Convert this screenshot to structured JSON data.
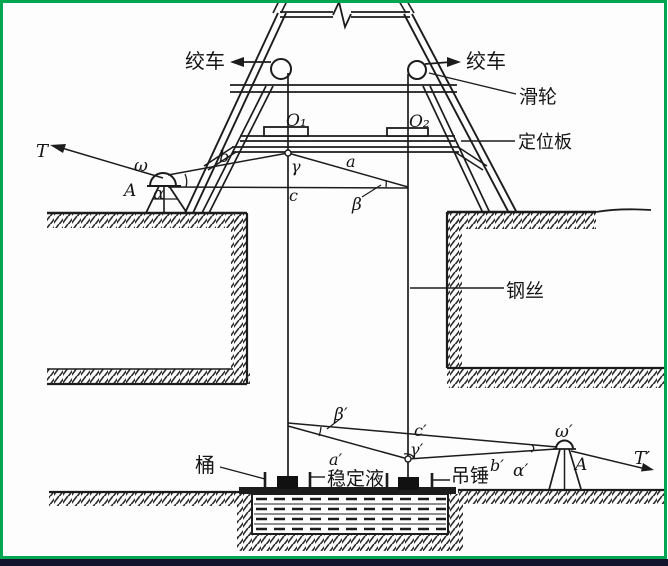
{
  "figure": {
    "description_type": "shaft-orientation-survey-diagram",
    "colors": {
      "border_green": "#00A651",
      "bottom_bar": "#13142e",
      "ink": "#1c1c1c",
      "paper": "#fdfdfd"
    }
  },
  "annotations": {
    "winch_left": "绞车",
    "winch_right": "绞车",
    "pulley": "滑轮",
    "positioning_plate": "定位板",
    "steel_wire": "钢丝",
    "bucket": "桶",
    "stabilizing_liquid": "稳定液",
    "plumb_bob": "吊锤"
  },
  "surface_symbols": {
    "target": "T",
    "omega": "ω",
    "station": "A",
    "alpha": "α",
    "side_b": "b",
    "gamma": "γ",
    "side_a": "a",
    "side_c": "c",
    "beta": "β",
    "wire_o1": "O₁",
    "wire_o2": "O₂"
  },
  "underground_symbols": {
    "beta": "β′",
    "side_a": "a′",
    "side_c": "c′",
    "gamma": "γ′",
    "side_b": "b′",
    "alpha": "α′",
    "omega": "ω′",
    "station": "A",
    "target": "T′"
  }
}
